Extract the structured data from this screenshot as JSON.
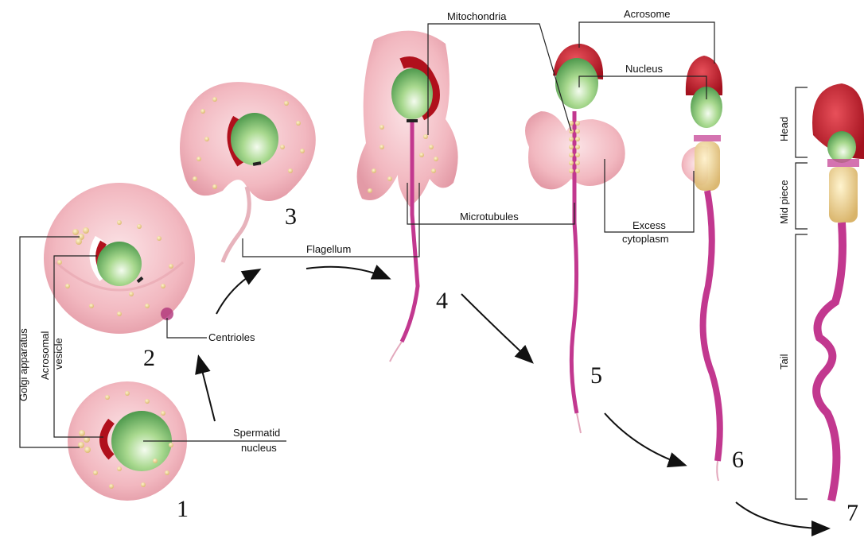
{
  "labels": {
    "golgi": "Golgi apparatus",
    "acrosomal_1": "Acrosomal",
    "acrosomal_2": "vesicle",
    "centrioles": "Centrioles",
    "spermatid_1": "Spermatid",
    "spermatid_2": "nucleus",
    "flagellum": "Flagellum",
    "mitochondria": "Mitochondria",
    "microtubules": "Microtubules",
    "acrosome": "Acrosome",
    "nucleus": "Nucleus",
    "excess_1": "Excess",
    "excess_2": "cytoplasm",
    "head": "Head",
    "mid_piece": "Mid piece",
    "tail": "Tail"
  },
  "stages": [
    "1",
    "2",
    "3",
    "4",
    "5",
    "6",
    "7"
  ],
  "colors": {
    "cytoplasm": "#f2b8c0",
    "acrosome": "#c8202e",
    "nucleus": "#7cc27a",
    "mitochondria": "#e8cf8a",
    "flagellum": "#c2388f"
  }
}
